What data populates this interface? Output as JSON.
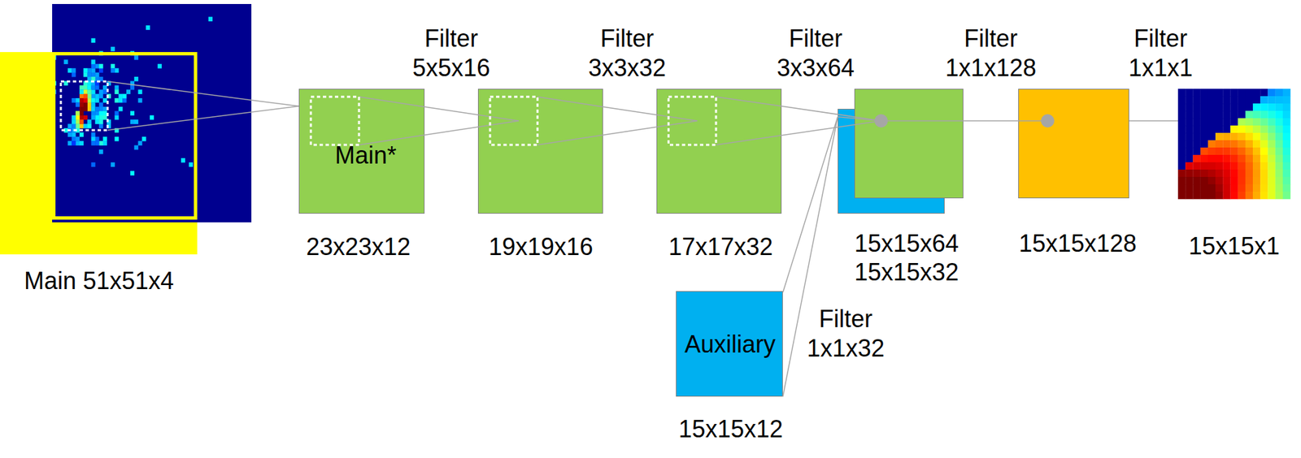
{
  "diagram": {
    "nodes": [
      {
        "text": [
          "Main 51x51x4"
        ]
      },
      {
        "text": [
          "Main*",
          "23x23x12"
        ]
      },
      {
        "text": [
          "19x19x16"
        ]
      },
      {
        "text": [
          "17x17x32"
        ]
      },
      {
        "text": [
          "Auxiliary",
          "15x15x12"
        ]
      },
      {
        "text": [
          "15x15x64"
        ]
      },
      {
        "text": [
          "15x15x32"
        ]
      },
      {
        "text": [
          "15x15x128"
        ]
      },
      {
        "text": [
          "15x15x1"
        ]
      }
    ],
    "edges": [
      {
        "from": 0,
        "to": 1,
        "arrow": "none"
      },
      {
        "from": 1,
        "to": 2,
        "label": "Filter 5x5x16",
        "arrow": "none"
      },
      {
        "from": 2,
        "to": 3,
        "label": "Filter 3x3x32",
        "arrow": "none"
      },
      {
        "from": 3,
        "to": 5,
        "label": "Filter 3x3x64",
        "arrow": "none"
      },
      {
        "from": 4,
        "to": 6,
        "label": "Filter 1x1x32",
        "arrow": "none"
      },
      {
        "from": 5,
        "to": 7,
        "label": "Filter 1x1x128",
        "arrow": "none"
      },
      {
        "from": 7,
        "to": 8,
        "label": "Filter 1x1x1",
        "arrow": "none"
      }
    ]
  }
}
